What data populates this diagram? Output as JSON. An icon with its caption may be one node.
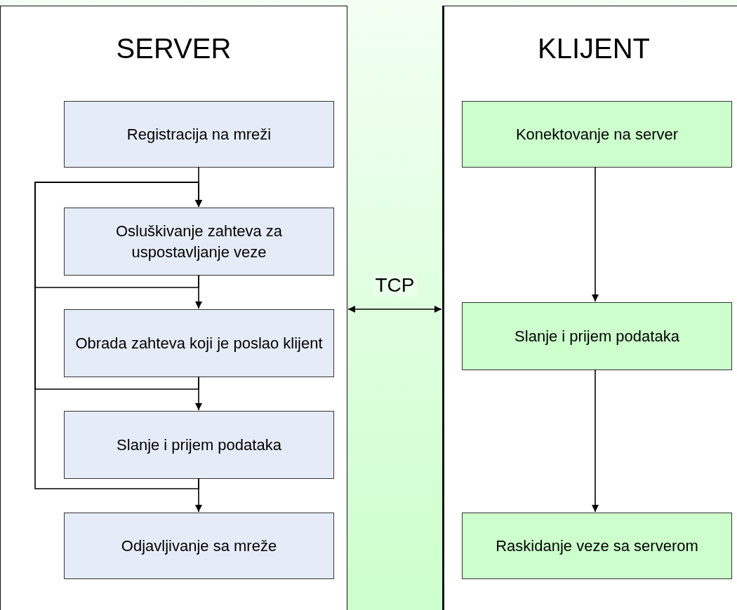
{
  "diagram": {
    "nodes": [
      {
        "text": [
          "SERVER"
        ]
      },
      {
        "text": [
          "Registracija na mreži"
        ],
        "in": 0
      },
      {
        "text": [
          "Osluškivanje zahteva za uspostavljanje veze"
        ],
        "in": 0
      },
      {
        "text": [
          "Obrada zahteva koji je poslao klijent"
        ],
        "in": 0
      },
      {
        "text": [
          "Slanje i prijem podataka"
        ],
        "in": 0
      },
      {
        "text": [
          "Odjavljivanje sa mreže"
        ],
        "in": 0
      },
      {
        "text": [
          "KLIJENT"
        ]
      },
      {
        "text": [
          "Konektovanje na server"
        ],
        "in": 6
      },
      {
        "text": [
          "Slanje i prijem podataka"
        ],
        "in": 6
      },
      {
        "text": [
          "Raskidanje veze sa serverom"
        ],
        "in": 6
      }
    ],
    "edges": [
      {
        "from": 1,
        "to": 2,
        "arrow": "to"
      },
      {
        "from": 2,
        "to": 3,
        "arrow": "to"
      },
      {
        "from": 3,
        "to": 4,
        "arrow": "to"
      },
      {
        "from": 4,
        "to": 5,
        "arrow": "to"
      },
      {
        "from": 2,
        "to": 2,
        "arrow": "to"
      },
      {
        "from": 3,
        "to": 2,
        "arrow": "to"
      },
      {
        "from": 4,
        "to": 2,
        "arrow": "to"
      },
      {
        "from": 0,
        "to": 6,
        "arrow": "both",
        "label": "TCP"
      },
      {
        "from": 7,
        "to": 8,
        "arrow": "to"
      },
      {
        "from": 8,
        "to": 9,
        "arrow": "to"
      }
    ]
  }
}
